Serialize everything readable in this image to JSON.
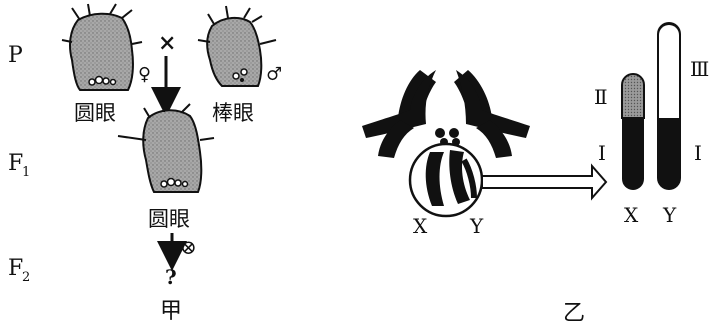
{
  "generation_labels": {
    "p": "P",
    "f1_main": "F",
    "f1_sub": "1",
    "f2_main": "F",
    "f2_sub": "2"
  },
  "cross": {
    "cross_symbol": "×",
    "female_symbol": "♀",
    "male_symbol": "♂",
    "female_phenotype": "圆眼",
    "male_phenotype": "棒眼",
    "f1_phenotype": "圆眼",
    "selfing_symbol": "⊗",
    "f2_unknown": "?"
  },
  "karyotype": {
    "x_label": "X",
    "y_label": "Y"
  },
  "segment_diagram": {
    "region_2": "Ⅱ",
    "region_3": "Ⅲ",
    "region_1_left": "Ⅰ",
    "region_1_right": "Ⅰ",
    "x_label": "X",
    "y_label": "Y"
  },
  "captions": {
    "panel_a": "甲",
    "panel_b": "乙"
  },
  "colors": {
    "ink": "#111111",
    "body_fill": "#9a9a9a",
    "x_top_fill": "#8a8a8a"
  }
}
